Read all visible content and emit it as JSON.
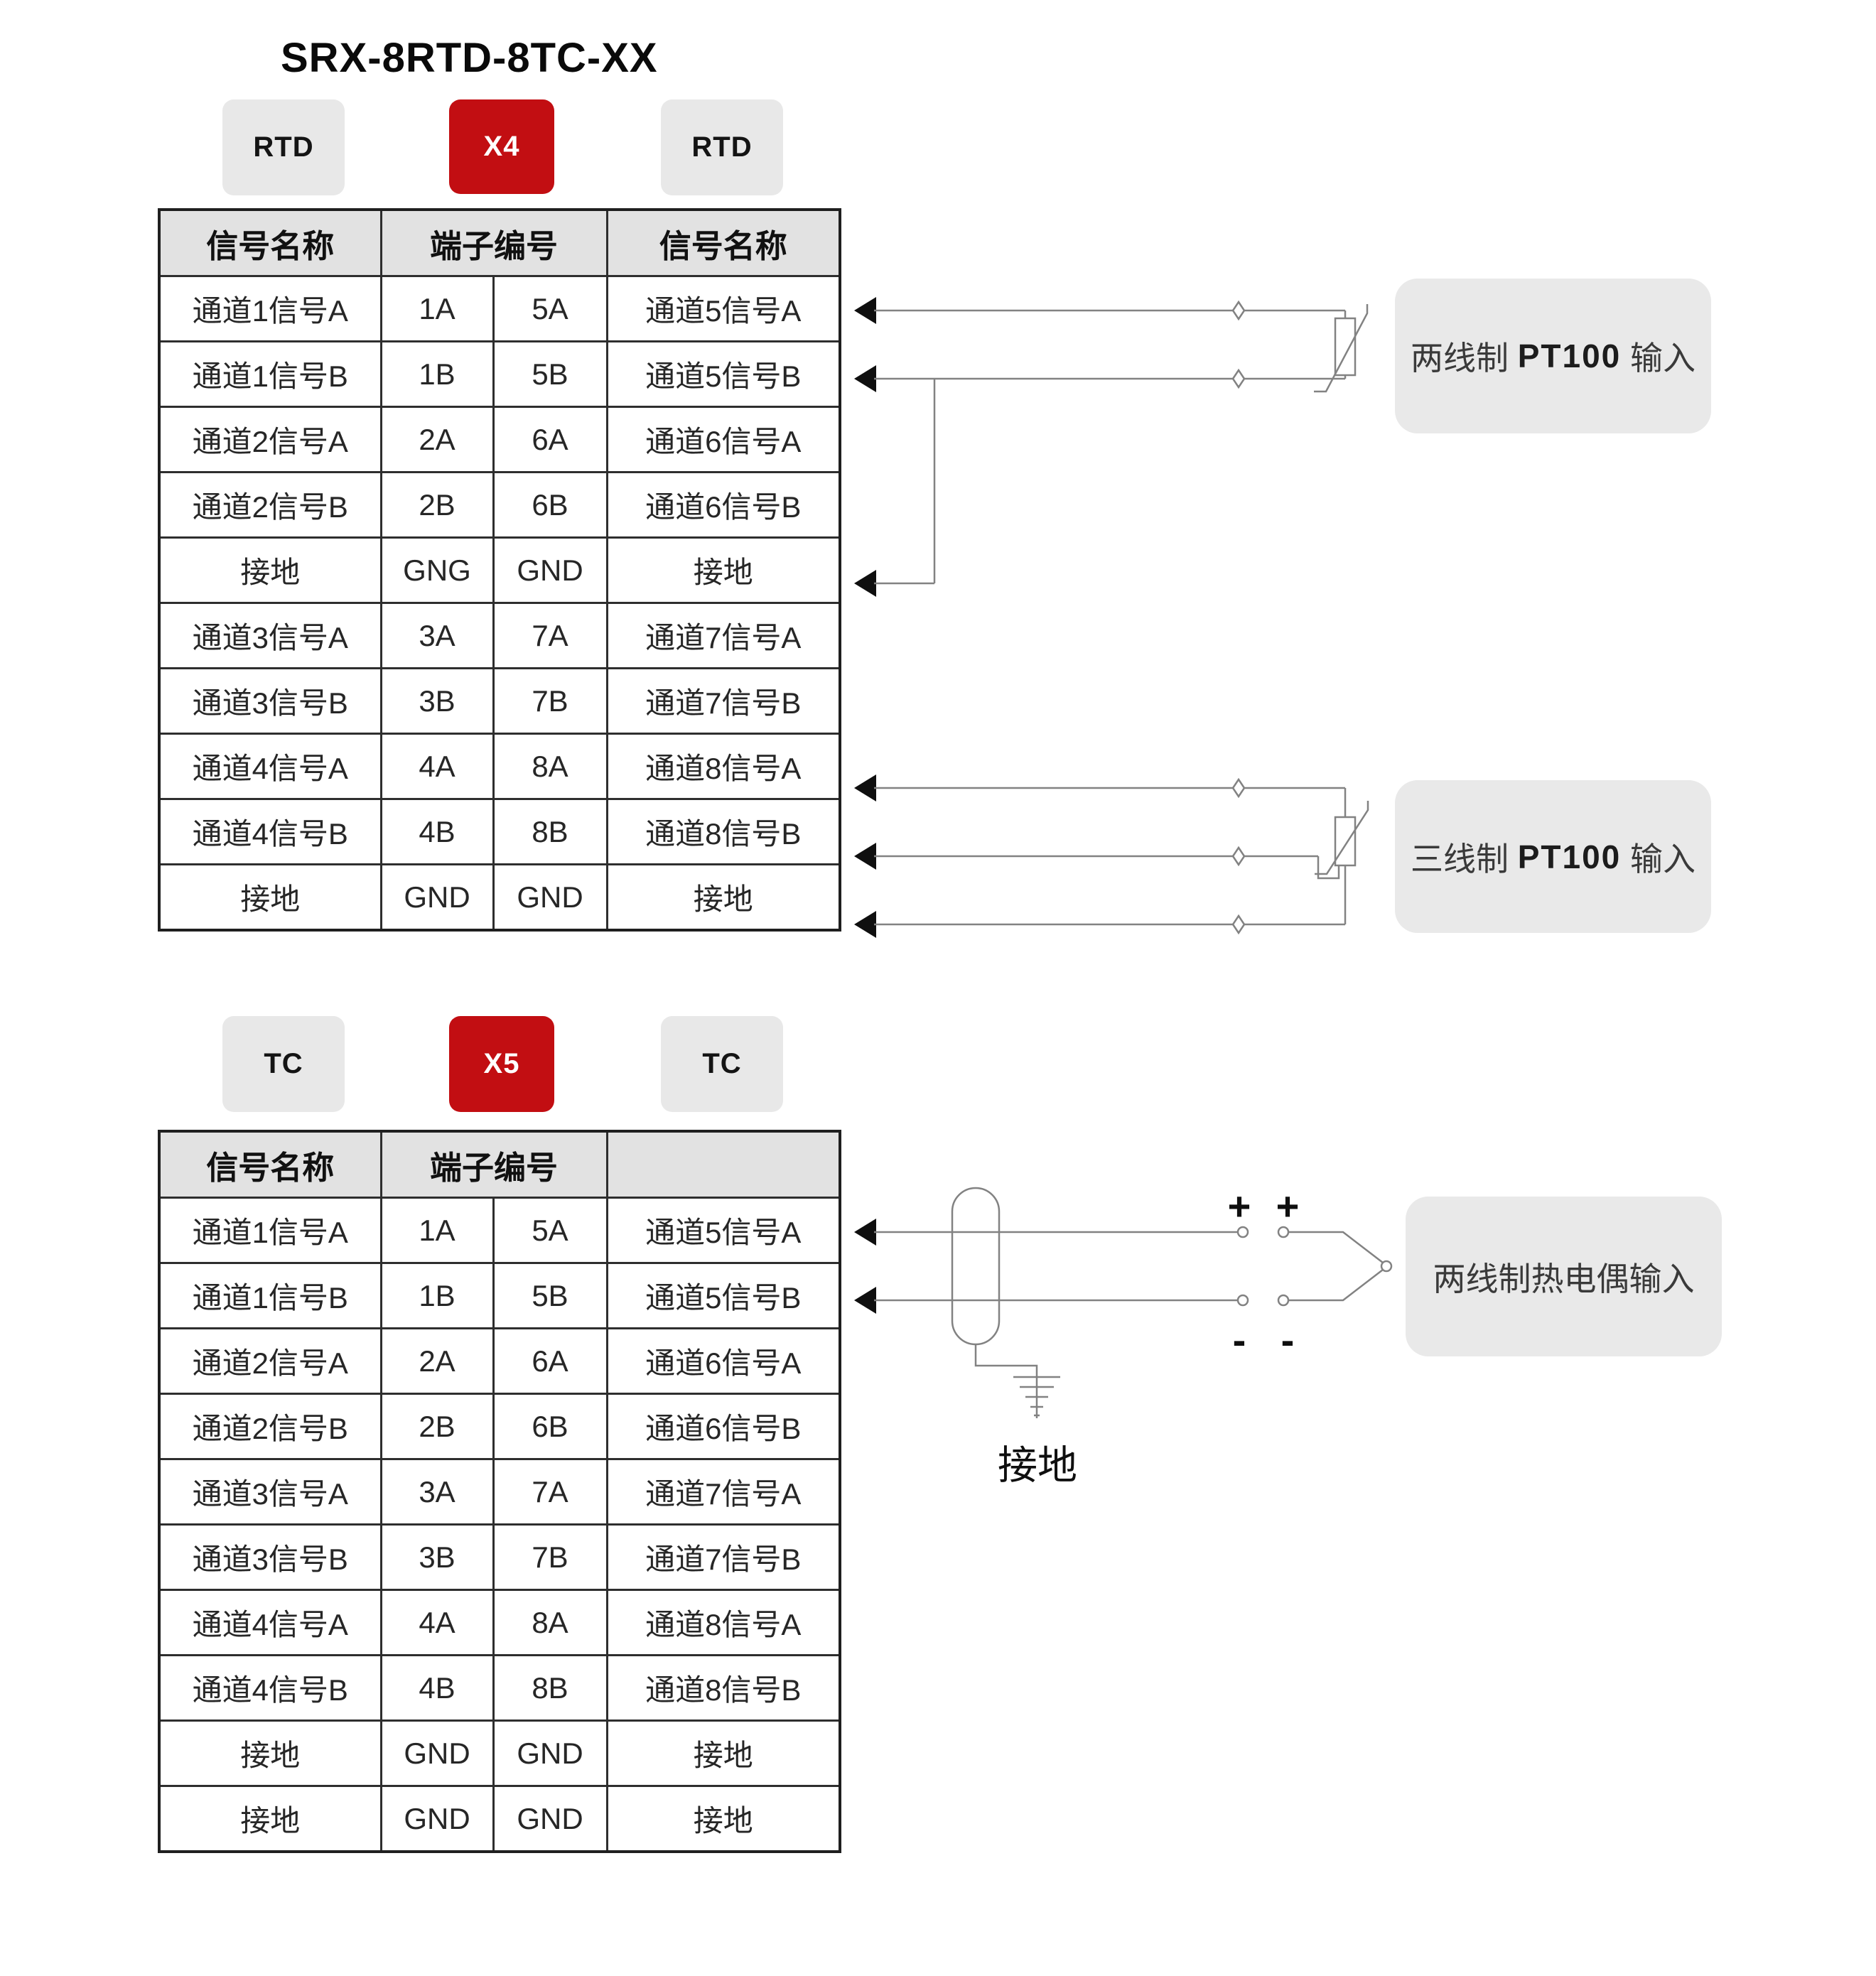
{
  "title": "SRX-8RTD-8TC-XX",
  "colors": {
    "accent_red": "#c20e12",
    "badge_gray": "#e8e8e8",
    "label_box_gray": "#e9e9e9",
    "header_gray": "#e2e2e2",
    "wire_gray": "#828282",
    "table_border": "#1f1f1f"
  },
  "rtd_section": {
    "left_badge": "RTD",
    "center_badge": "X4",
    "right_badge": "RTD",
    "table": {
      "headers": [
        "信号名称",
        "端子编号",
        "信号名称"
      ],
      "rows": [
        [
          "通道1信号A",
          "1A",
          "5A",
          "通道5信号A"
        ],
        [
          "通道1信号B",
          "1B",
          "5B",
          "通道5信号B"
        ],
        [
          "通道2信号A",
          "2A",
          "6A",
          "通道6信号A"
        ],
        [
          "通道2信号B",
          "2B",
          "6B",
          "通道6信号B"
        ],
        [
          "接地",
          "GNG",
          "GND",
          "接地"
        ],
        [
          "通道3信号A",
          "3A",
          "7A",
          "通道7信号A"
        ],
        [
          "通道3信号B",
          "3B",
          "7B",
          "通道7信号B"
        ],
        [
          "通道4信号A",
          "4A",
          "8A",
          "通道8信号A"
        ],
        [
          "通道4信号B",
          "4B",
          "8B",
          "通道8信号B"
        ],
        [
          "接地",
          "GND",
          "GND",
          "接地"
        ]
      ]
    },
    "two_wire_label": {
      "prefix": "两线制 ",
      "strong": "PT100",
      "suffix": " 输入"
    },
    "three_wire_label": {
      "prefix": "三线制 ",
      "strong": "PT100",
      "suffix": " 输入"
    }
  },
  "tc_section": {
    "left_badge": "TC",
    "center_badge": "X5",
    "right_badge": "TC",
    "table": {
      "headers": [
        "信号名称",
        "端子编号",
        ""
      ],
      "rows": [
        [
          "通道1信号A",
          "1A",
          "5A",
          "通道5信号A"
        ],
        [
          "通道1信号B",
          "1B",
          "5B",
          "通道5信号B"
        ],
        [
          "通道2信号A",
          "2A",
          "6A",
          "通道6信号A"
        ],
        [
          "通道2信号B",
          "2B",
          "6B",
          "通道6信号B"
        ],
        [
          "通道3信号A",
          "3A",
          "7A",
          "通道7信号A"
        ],
        [
          "通道3信号B",
          "3B",
          "7B",
          "通道7信号B"
        ],
        [
          "通道4信号A",
          "4A",
          "8A",
          "通道8信号A"
        ],
        [
          "通道4信号B",
          "4B",
          "8B",
          "通道8信号B"
        ],
        [
          "接地",
          "GND",
          "GND",
          "接地"
        ],
        [
          "接地",
          "GND",
          "GND",
          "接地"
        ]
      ]
    },
    "diagram": {
      "label": "两线制热电偶输入",
      "plus": "+",
      "minus": "-",
      "ground_label": "接地"
    }
  }
}
